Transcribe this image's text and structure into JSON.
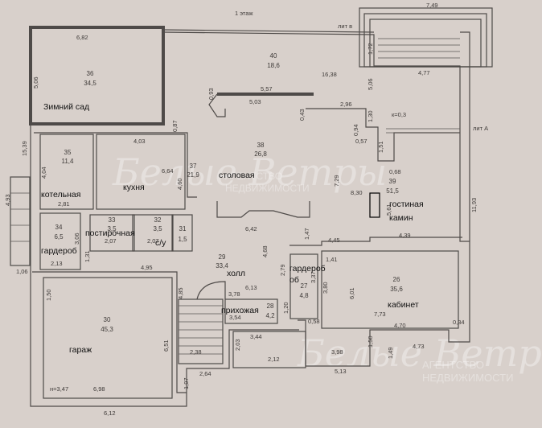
{
  "title": "1 этаж",
  "markers": {
    "lit_v": "лит в",
    "lit_a": "лит А",
    "k": "к=0,3",
    "h": "н=3,47"
  },
  "watermark": {
    "logo": "Белые Ветры",
    "line1": "АГЕНТСТВО",
    "line2": "НЕДВИЖИМОСТИ"
  },
  "rooms": [
    {
      "no": "36",
      "area": "34,5",
      "label": "Зимний сад"
    },
    {
      "no": "40",
      "area": "18,6",
      "label": ""
    },
    {
      "no": "35",
      "area": "11,4",
      "label": "котельная"
    },
    {
      "no": "37",
      "area": "21,9",
      "label": "кухня"
    },
    {
      "no": "38",
      "area": "26,8",
      "label": "столовая"
    },
    {
      "no": "39",
      "area": "51,5",
      "label": "гостиная"
    },
    {
      "no": "34",
      "area": "6,5",
      "label": "гардероб"
    },
    {
      "no": "33",
      "area": "3,5",
      "label": "постирочная"
    },
    {
      "no": "32",
      "area": "3,5",
      "label": "с/у"
    },
    {
      "no": "31",
      "area": "1,5",
      "label": ""
    },
    {
      "no": "29",
      "area": "33,4",
      "label": "холл"
    },
    {
      "no": "28",
      "area": "4,2",
      "label": "прихожая"
    },
    {
      "no": "27",
      "area": "4,8",
      "label": "гардероб"
    },
    {
      "no": "26",
      "area": "35,6",
      "label": "кабинет"
    },
    {
      "no": "30",
      "area": "45,3",
      "label": "гараж"
    }
  ],
  "extra_labels": {
    "fireplace": "камин",
    "wardrobe_tail": "об"
  },
  "dims": [
    "7,49",
    "6,82",
    "5,06",
    "1,72",
    "16,38",
    "5,06",
    "4,77",
    "5,57",
    "5,03",
    "0,43",
    "2,96",
    "1,30",
    "0,94",
    "0,57",
    "1,51",
    "0,68",
    "8,30",
    "7,29",
    "11,93",
    "5,61",
    "4,39",
    "4,45",
    "1,47",
    "6,42",
    "4,68",
    "0,87",
    "4,03",
    "6,64",
    "15,39",
    "4,04",
    "4,93",
    "2,81",
    "3,06",
    "2,13",
    "1,06",
    "1,31",
    "4,95",
    "2,07",
    "2,07",
    "2,79",
    "1,41",
    "3,37",
    "3,80",
    "6,01",
    "7,73",
    "4,70",
    "0,34",
    "0,58",
    "1,50",
    "4,73",
    "3,98",
    "5,13",
    "1,49",
    "1,50",
    "4,85",
    "6,51",
    "3,78",
    "6,13",
    "3,54",
    "3,44",
    "2,38",
    "2,64",
    "1,97",
    "6,98",
    "6,12",
    "2,03",
    "2,12",
    "0,93",
    "1,20",
    "4,60"
  ]
}
